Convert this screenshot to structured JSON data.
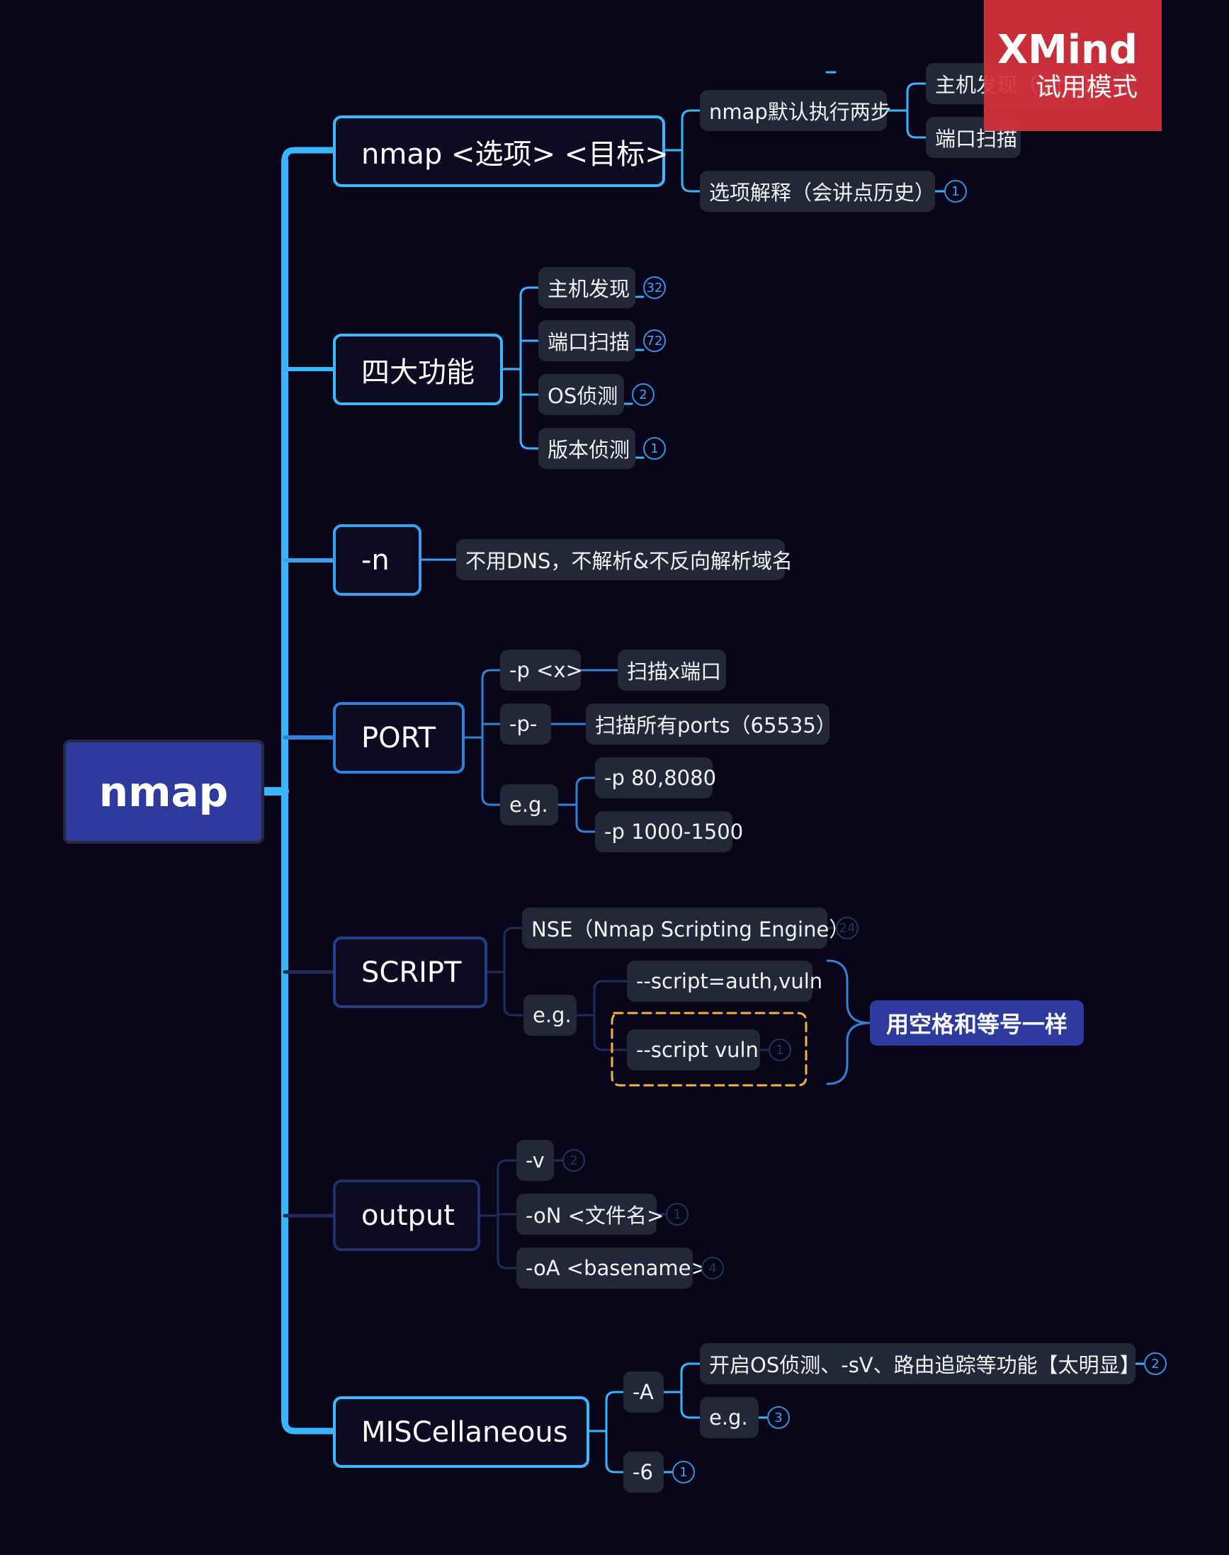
{
  "root": {
    "label": "nmap"
  },
  "branches": [
    {
      "label": "nmap <选项> <目标>",
      "children": [
        {
          "label": "nmap默认执行两步",
          "children": [
            {
              "label": "主机发现（ping）",
              "badge": "1"
            },
            {
              "label": "端口扫描"
            }
          ]
        },
        {
          "label": "选项解释（会讲点历史）",
          "badge": "1"
        }
      ]
    },
    {
      "label": "四大功能",
      "children": [
        {
          "label": "主机发现",
          "badge": "32"
        },
        {
          "label": "端口扫描",
          "badge": "72"
        },
        {
          "label": "OS侦测",
          "badge": "2"
        },
        {
          "label": "版本侦测",
          "badge": "1"
        }
      ]
    },
    {
      "label": "-n",
      "children": [
        {
          "label": "不用DNS，不解析&不反向解析域名"
        }
      ]
    },
    {
      "label": "PORT",
      "children": [
        {
          "label": "-p <x>",
          "children": [
            {
              "label": "扫描x端口"
            }
          ]
        },
        {
          "label": "-p-",
          "children": [
            {
              "label": "扫描所有ports（65535）"
            }
          ]
        },
        {
          "label": "e.g.",
          "children": [
            {
              "label": "-p 80,8080"
            },
            {
              "label": "-p 1000-1500"
            }
          ]
        }
      ]
    },
    {
      "label": "SCRIPT",
      "children": [
        {
          "label": "NSE（Nmap Scripting Engine）",
          "badge": "24"
        },
        {
          "label": "e.g.",
          "children": [
            {
              "label": "--script=auth,vuln"
            },
            {
              "label": "--script vuln",
              "badge": "1"
            }
          ]
        }
      ],
      "callout": "用空格和等号一样"
    },
    {
      "label": "output",
      "children": [
        {
          "label": "-v",
          "badge": "2"
        },
        {
          "label": "-oN <文件名>",
          "badge": "1"
        },
        {
          "label": "-oA <basename>",
          "badge": "4"
        }
      ]
    },
    {
      "label": "MISCellaneous",
      "children": [
        {
          "label": "-A",
          "children": [
            {
              "label": "开启OS侦测、-sV、路由追踪等功能【太明显】",
              "badge": "2"
            },
            {
              "label": "e.g.",
              "badge": "3"
            }
          ]
        },
        {
          "label": "-6",
          "badge": "1"
        }
      ]
    }
  ],
  "watermark": {
    "title": "XMind",
    "subtitle": "试用模式"
  },
  "colors": {
    "background": "#0a0619",
    "root_fill": "#2f3a9f",
    "connector_bright": "#36b6ff",
    "connector_dim": "#1f2c5c",
    "highlight_dash": "#f0b53a",
    "watermark": "#d6313c"
  }
}
